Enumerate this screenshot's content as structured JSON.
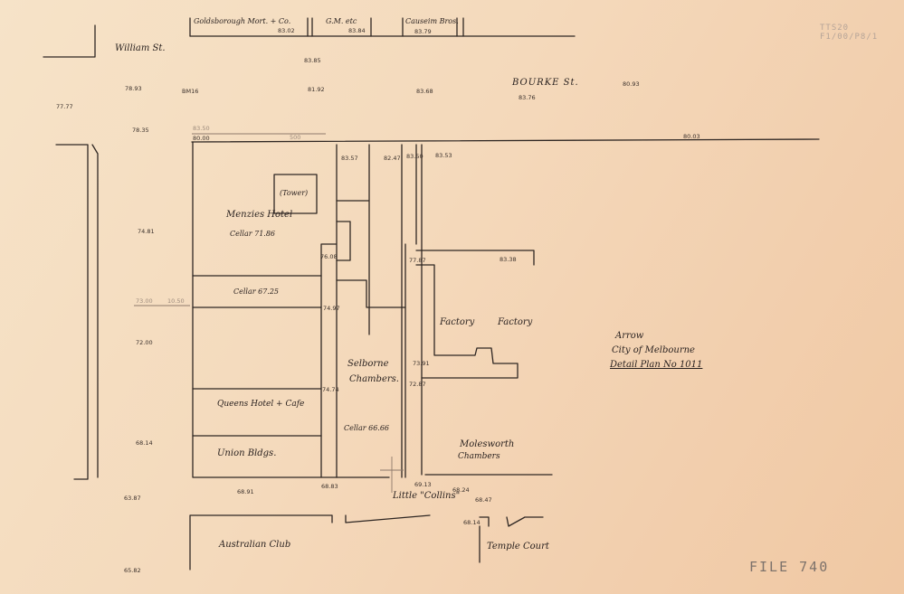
{
  "catalogue_ref": "TTS20 F1/00/P8/1",
  "file_label": "FILE 740",
  "streets": {
    "william": "William St.",
    "bourke": "BOURKE St.",
    "little_collins": "Little \"Collins\""
  },
  "buildings": {
    "goldsbrough": "Goldsborough Mort. + Co.",
    "gm": "G.M. etc",
    "causeim": "Causeim Bros.",
    "menzies": "Menzies Hotel",
    "menzies_cellar": "Cellar 71.86",
    "cellar_2": "Cellar 67.25",
    "queens": "Queens Hotel + Cafe",
    "union": "Union Bldgs.",
    "australian_club": "Australian Club",
    "selborne_1": "Selborne",
    "selborne_2": "Chambers.",
    "selborne_cellar": "Cellar 66.66",
    "factory_1": "Factory",
    "factory_2": "Factory",
    "molesworth_1": "Molesworth",
    "molesworth_2": "Chambers",
    "temple": "Temple Court",
    "tower": "(Tower)"
  },
  "note": {
    "line1": "Arrow",
    "line2": "City of Melbourne",
    "line3": "Detail Plan No 1011"
  },
  "levels": {
    "l1": "83.02",
    "l2": "83.84",
    "l3": "83.79",
    "l4": "83.85",
    "l5": "77.77",
    "l6": "78.93",
    "l7": "BM16",
    "l8": "81.92",
    "l9": "83.68",
    "l10": "83.76",
    "l11": "80.93",
    "l12": "78.35",
    "l13": "83.50",
    "l14": "80.00",
    "l15": "500",
    "l16": "80.03",
    "l17": "83.57",
    "l18": "82.47",
    "l19": "83.50",
    "l20": "83.53",
    "l21": "74.81",
    "l22": "76.08",
    "l23": "77.87",
    "l24": "83.38",
    "l25": "73.00",
    "l26": "10.50",
    "l27": "74.97",
    "l28": "72.00",
    "l29": "73.91",
    "l30": "74.74",
    "l31": "72.87",
    "l32": "68.14",
    "l33": "69.13",
    "l34": "68.91",
    "l35": "68.83",
    "l36": "68.24",
    "l37": "68.47",
    "l38": "68.14",
    "l39": "63.87",
    "l40": "65.82"
  }
}
